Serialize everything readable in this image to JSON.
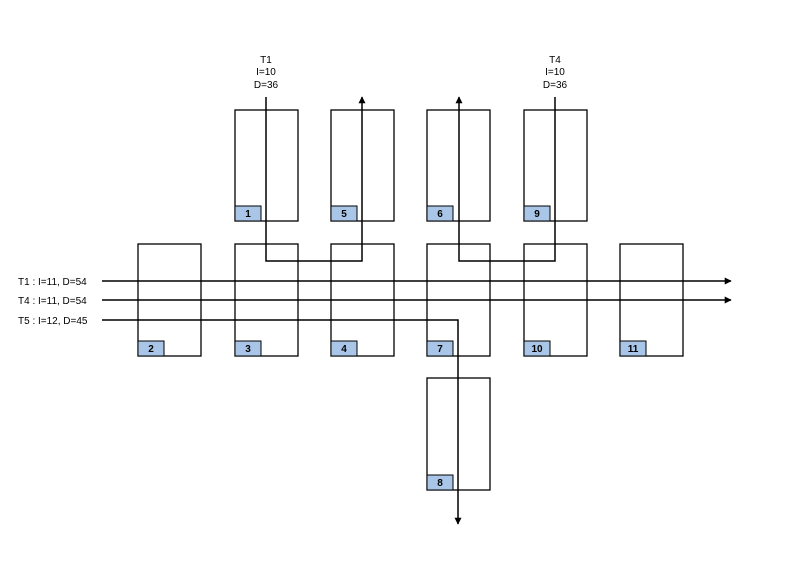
{
  "diagram": {
    "colors": {
      "line": "#000000",
      "badge_fill": "#a9c6e8",
      "background": "#ffffff"
    },
    "top_annotations": [
      {
        "id": "t1",
        "lines": [
          "T1",
          "I=10",
          "D=36"
        ]
      },
      {
        "id": "t4",
        "lines": [
          "T4",
          "I=10",
          "D=36"
        ]
      }
    ],
    "flow_labels": [
      {
        "id": "t1",
        "text": "T1 : I=11, D=54"
      },
      {
        "id": "t4",
        "text": "T4 : I=11, D=54"
      },
      {
        "id": "t5",
        "text": "T5 : I=12, D=45"
      }
    ],
    "nodes": [
      {
        "id": "1",
        "label": "1"
      },
      {
        "id": "2",
        "label": "2"
      },
      {
        "id": "3",
        "label": "3"
      },
      {
        "id": "4",
        "label": "4"
      },
      {
        "id": "5",
        "label": "5"
      },
      {
        "id": "6",
        "label": "6"
      },
      {
        "id": "7",
        "label": "7"
      },
      {
        "id": "8",
        "label": "8"
      },
      {
        "id": "9",
        "label": "9"
      },
      {
        "id": "10",
        "label": "10"
      },
      {
        "id": "11",
        "label": "11"
      }
    ]
  }
}
